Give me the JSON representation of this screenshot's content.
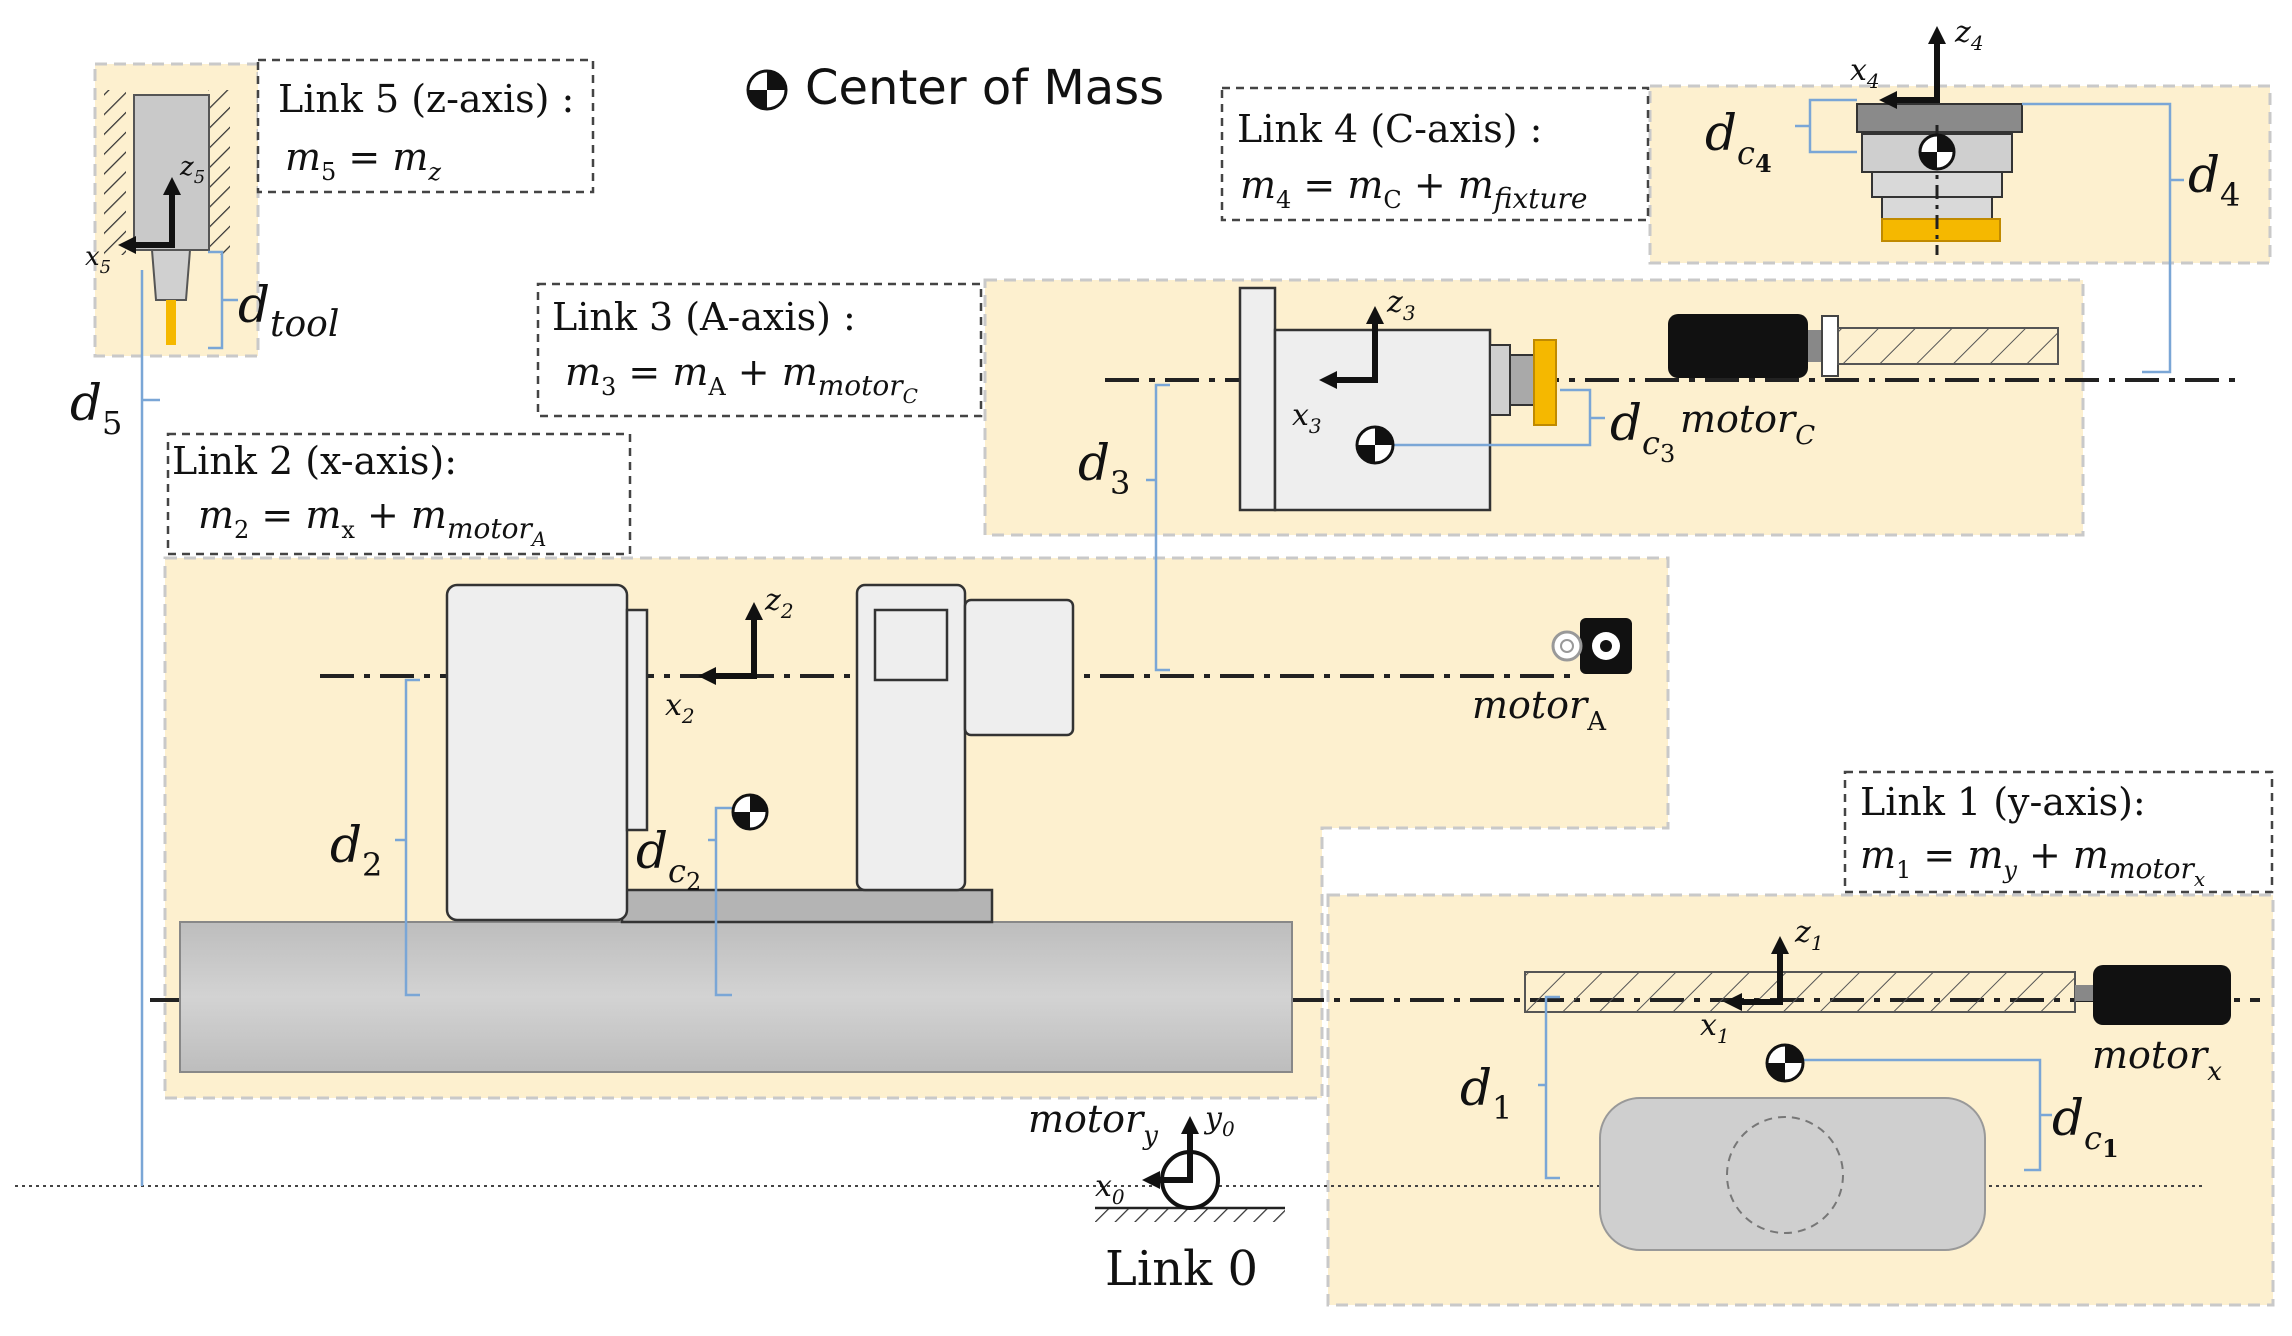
{
  "legend": {
    "text": "Center of Mass"
  },
  "links": {
    "link5": {
      "title": "Link 5 (z-axis) :",
      "eq_lhs": "m",
      "eq_lhs_sub": "5",
      "eq_mid": " = m",
      "eq_mid_sub": "z"
    },
    "link4": {
      "title": "Link 4 (C-axis) :",
      "eq_lhs": "m",
      "eq_lhs_sub": "4",
      "eq_mid": " = m",
      "eq_mid_sub": "C",
      "eq_plus": " + m",
      "eq_plus_sub": "fixture"
    },
    "link3": {
      "title": "Link 3 (A-axis) :",
      "eq_lhs": "m",
      "eq_lhs_sub": "3",
      "eq_mid": " = m",
      "eq_mid_sub": "A",
      "eq_plus": " + m",
      "eq_plus_sub": "motor",
      "eq_plus_subsub": "C"
    },
    "link2": {
      "title": "Link 2 (x-axis):",
      "eq_lhs": "m",
      "eq_lhs_sub": "2",
      "eq_mid": " = m",
      "eq_mid_sub": "x",
      "eq_plus": " + m",
      "eq_plus_sub": "motor",
      "eq_plus_subsub": "A"
    },
    "link1": {
      "title": "Link 1 (y-axis):",
      "eq_lhs": "m",
      "eq_lhs_sub": "1",
      "eq_mid": " = m",
      "eq_mid_sub": "y",
      "eq_plus": " + m",
      "eq_plus_sub": "motor",
      "eq_plus_subsub": "x"
    },
    "link0": {
      "title": "Link 0"
    }
  },
  "dimensions": {
    "d1": {
      "base": "d",
      "sub": "1"
    },
    "d2": {
      "base": "d",
      "sub": "2"
    },
    "d3": {
      "base": "d",
      "sub": "3"
    },
    "d4": {
      "base": "d",
      "sub": "4"
    },
    "d5": {
      "base": "d",
      "sub": "5"
    },
    "dtool": {
      "base": "d",
      "sub": "tool"
    },
    "dc1": {
      "base": "d",
      "sub": "c",
      "subsub": "1"
    },
    "dc2": {
      "base": "d",
      "sub": "c",
      "subsub": "2"
    },
    "dc3": {
      "base": "d",
      "sub": "c",
      "subsub": "3"
    },
    "dc4": {
      "base": "d",
      "sub": "c",
      "subsub": "4"
    }
  },
  "motors": {
    "motorA": {
      "base": "motor",
      "sub": "A"
    },
    "motorC": {
      "base": "motor",
      "sub": "C"
    },
    "motorx": {
      "base": "motor",
      "sub": "x"
    },
    "motory": {
      "base": "motor",
      "sub": "y"
    }
  },
  "frames": {
    "f0": {
      "x": "x",
      "z": "y",
      "sub": "0"
    },
    "f1": {
      "x": "x",
      "z": "z",
      "sub": "1"
    },
    "f2": {
      "x": "x",
      "z": "z",
      "sub": "2"
    },
    "f3": {
      "x": "x",
      "z": "z",
      "sub": "3"
    },
    "f4": {
      "x": "x",
      "z": "z",
      "sub": "4"
    },
    "f5": {
      "x": "x",
      "z": "z",
      "sub": "5"
    }
  },
  "colors": {
    "zone_fill": "#fdf0cf",
    "dimension_line": "#7aa6d6",
    "part_fill": "#eeeeee",
    "rail_fill": "#c8c8c8",
    "gear_yellow": "#f5b800",
    "motor_black": "#111111"
  }
}
